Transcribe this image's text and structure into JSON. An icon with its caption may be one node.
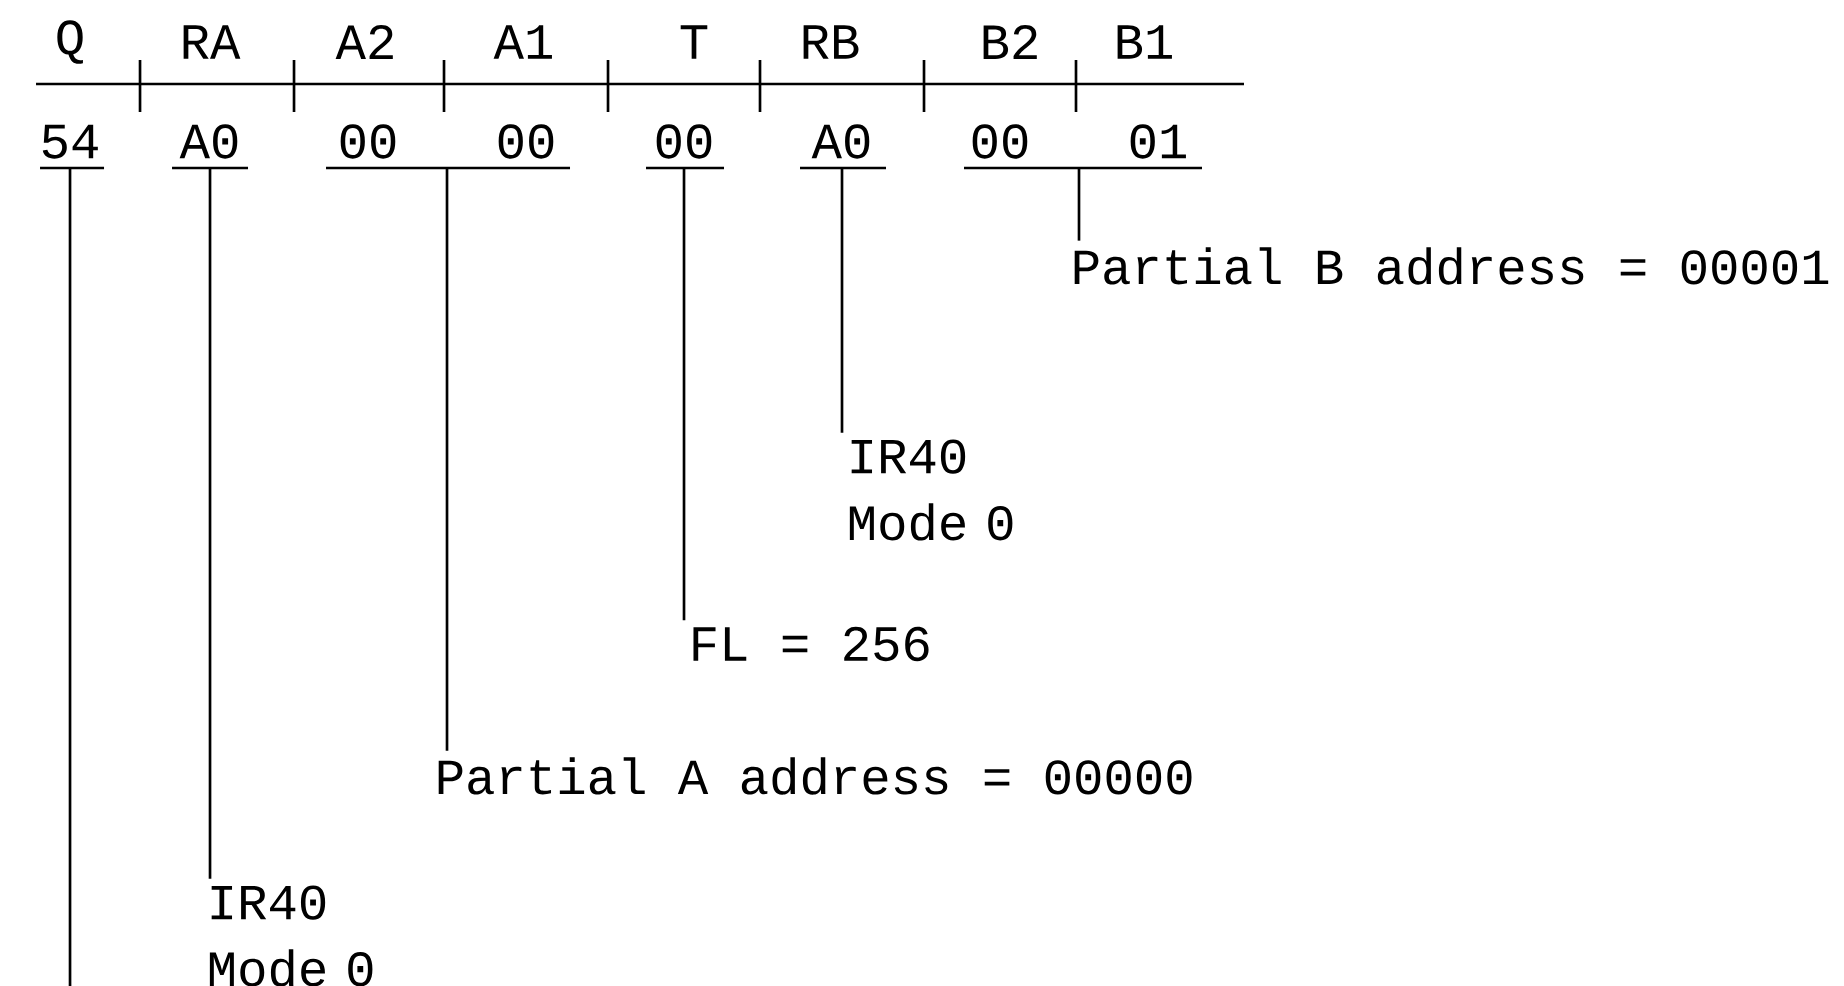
{
  "diagram": {
    "nodes": [
      {
        "text": [
          "54"
        ]
      },
      {
        "text": [
          "A0"
        ]
      },
      {
        "text": [
          "00"
        ]
      },
      {
        "text": [
          "00"
        ]
      },
      {
        "text": [
          "00"
        ]
      },
      {
        "text": [
          "A0"
        ]
      },
      {
        "text": [
          "00"
        ]
      },
      {
        "text": [
          "01"
        ]
      },
      {
        "text": [
          "Partial B address = 00001"
        ]
      },
      {
        "text": [
          "IR40 Mode 0"
        ]
      },
      {
        "text": [
          "FL = 256"
        ]
      },
      {
        "text": [
          "Partial A address = 00000"
        ]
      },
      {
        "text": [
          "IR40 Mode 0"
        ]
      }
    ],
    "edges": [
      {
        "from": 8,
        "to": 6,
        "arrow": "none"
      },
      {
        "from": 8,
        "to": 7,
        "arrow": "none"
      },
      {
        "from": 9,
        "to": 5,
        "arrow": "none"
      },
      {
        "from": 10,
        "to": 4,
        "arrow": "none"
      },
      {
        "from": 11,
        "to": 2,
        "arrow": "none"
      },
      {
        "from": 11,
        "to": 3,
        "arrow": "none"
      },
      {
        "from": 12,
        "to": 1,
        "arrow": "none"
      },
      {
        "from": 0,
        "to": null,
        "arrow": "none"
      }
    ],
    "labels": [
      "Q",
      "RA",
      "A2",
      "A1",
      "T",
      "RB",
      "B2",
      "B1"
    ]
  }
}
